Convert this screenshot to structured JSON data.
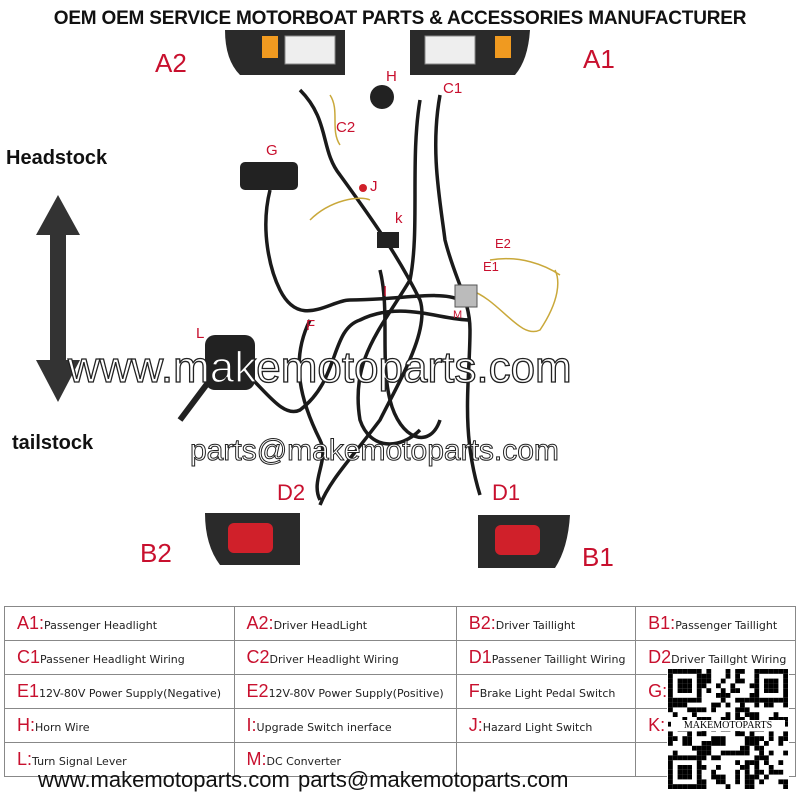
{
  "title": "OEM OEM SERVICE MOTORBOAT PARTS & ACCESSORIES MANUFACTURER",
  "orientation": {
    "top": "Headstock",
    "bottom": "tailstock"
  },
  "watermarks": {
    "site": "www.makemotoparts.com",
    "email": "parts@makemotoparts.com"
  },
  "labels": {
    "A1": "A1",
    "A2": "A2",
    "B1": "B1",
    "B2": "B2",
    "C1": "C1",
    "C2": "C2",
    "D1": "D1",
    "D2": "D2",
    "E1": "E1",
    "E2": "E2",
    "F": "F",
    "G": "G",
    "H": "H",
    "I": "I",
    "J": "J",
    "K": "k",
    "L": "L",
    "M": "M"
  },
  "legend": [
    [
      {
        "code": "A1:",
        "text": "Passenger Headlight"
      },
      {
        "code": "A2:",
        "text": "Driver HeadLight"
      },
      {
        "code": "B2:",
        "text": "Driver Taillight"
      },
      {
        "code": "B1:",
        "text": "Passenger Taillight"
      }
    ],
    [
      {
        "code": "C1",
        "text": "Passener Headlight Wiring"
      },
      {
        "code": "C2",
        "text": "Driver Headlight Wiring"
      },
      {
        "code": "D1",
        "text": "Passener Taillight Wiring"
      },
      {
        "code": "D2",
        "text": "Driver Taillght Wiring"
      }
    ],
    [
      {
        "code": "E1",
        "text": "12V-80V Power Supply(Negative)"
      },
      {
        "code": "E2",
        "text": "12V-80V Power Supply(Positive)"
      },
      {
        "code": "F",
        "text": "Brake Light Pedal Switch"
      },
      {
        "code": "G:",
        "text": ""
      }
    ],
    [
      {
        "code": "H:",
        "text": "Horn Wire"
      },
      {
        "code": "I:",
        "text": "Upgrade Switch inerface"
      },
      {
        "code": "J:",
        "text": "Hazard Light Switch"
      },
      {
        "code": "K:",
        "text": ""
      }
    ],
    [
      {
        "code": "L:",
        "text": "Turn Signal Lever"
      },
      {
        "code": "M:",
        "text": "DC Converter"
      },
      {
        "code": "",
        "text": ""
      },
      {
        "code": "",
        "text": ""
      }
    ]
  ],
  "qr_label": "MAKEMOTOPARTS",
  "footer": "www.makemotoparts.com   parts@makemotoparts.com",
  "colors": {
    "label_red": "#c8102e",
    "wire": "#1a1a1a",
    "tail_red": "#d0202a"
  }
}
